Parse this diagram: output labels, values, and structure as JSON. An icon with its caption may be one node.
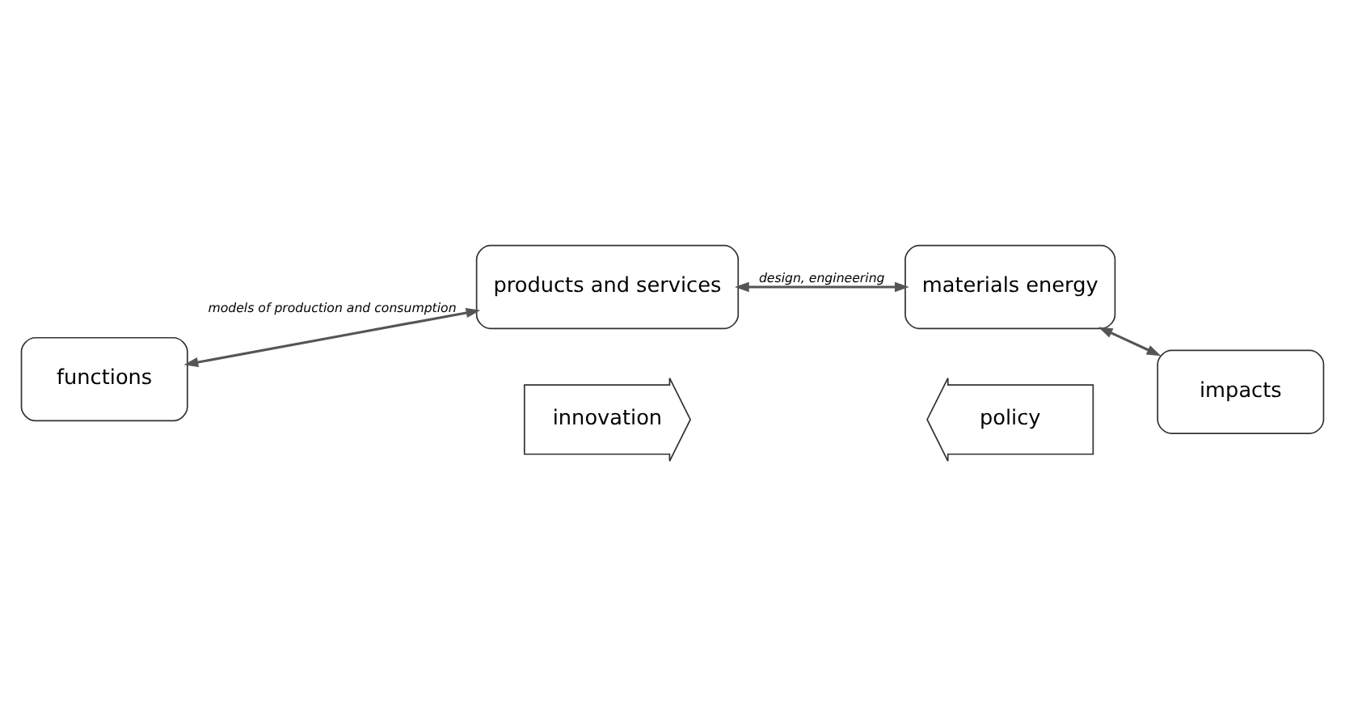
{
  "diagram": {
    "nodes": [
      {
        "text": [
          "functions"
        ]
      },
      {
        "text": [
          "products and services"
        ]
      },
      {
        "text": [
          "materials energy"
        ]
      },
      {
        "text": [
          "impacts"
        ]
      },
      {
        "text": [
          "policy"
        ]
      },
      {
        "text": [
          "innovation"
        ]
      }
    ],
    "edges": [
      {
        "from": 0,
        "to": 1,
        "arrow": "both",
        "label": "models of production and consumption"
      },
      {
        "from": 1,
        "to": 2,
        "arrow": "both",
        "label": "design, engineering"
      },
      {
        "from": 2,
        "to": 3,
        "arrow": "both"
      }
    ]
  }
}
